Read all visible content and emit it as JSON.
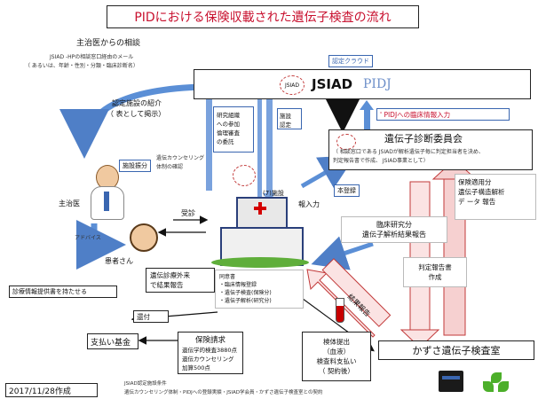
{
  "title": "PIDにおける保険収載された遺伝子検査の流れ",
  "consult": {
    "heading": "主治医からの相談",
    "line1": "JSIAD -HPの相談窓口経由のメール",
    "line2": "（ あるいは、年齢・性別・分類・臨床診断名）"
  },
  "cloud_label": "認定クラウド",
  "jsiad": {
    "name": "JSIAD",
    "logo_text": "JSIAD",
    "pidj": "PIDJ"
  },
  "facility_intro": {
    "line1": "認定施設の紹介",
    "line2": "（ 表として掲示）"
  },
  "research_box": {
    "line1": "研究組織",
    "line2": "への参加",
    "line3": "倫理審査",
    "line4": "の委託"
  },
  "facility_cert": {
    "line1": "施設",
    "line2": "認定"
  },
  "pidj_clinical": "' PIDJへの臨床情報入力",
  "committee": {
    "title": "遺伝子診断委員会",
    "note1": "（ 相談窓口である JSIADが解析遺伝子毎に判定担当者を決め、",
    "note2": "判定報告書で作成、 JSIAD事業として）"
  },
  "facility_assign": "施設振分",
  "counseling_check": {
    "line1": "遺伝カウンセリング",
    "line2": "体制の確認"
  },
  "small_facility": "(7)施設",
  "registration": "本登録",
  "info_input": "報入力",
  "research_results": {
    "line1": "臨床研究分",
    "line2": "遺伝子解析結果報告"
  },
  "insurance_box": {
    "line1": "保険適用分",
    "line2": "遺伝子構造解析",
    "line3": "デ ータ 報告"
  },
  "attending": "主治医",
  "advice": "アドバイス",
  "consultation": "受診",
  "patient": "患者さん",
  "outpatient": {
    "line1": "遺伝診療外来",
    "line2": "で結果報告"
  },
  "referral_note": "診療情報提供書を持たせる",
  "consent": {
    "title": "同意書",
    "items": [
      "・臨床情報登録",
      "・遺伝子検査(保険分)",
      "・遺伝子解析(研究分)"
    ]
  },
  "judgment_report": {
    "line1": "判定報告書",
    "line2": "作成"
  },
  "result_report": "結果報告",
  "refund": "還付",
  "payment_fund": "支払い基金",
  "insurance_claim": {
    "title": "保険請求",
    "line1": "遺伝学的検査3880点",
    "line2": "遺伝カウンセリング",
    "line3": "加算500点"
  },
  "specimen": {
    "line1": "検体提出",
    "line2": "（血液）",
    "line3": "検査料支払い",
    "line4": "（ 契約後）"
  },
  "kazusa": "かずさ遺伝子検査室",
  "date": "2017/11/28作成",
  "footer": {
    "line1": "JSIAD認定施設条件",
    "line2": "遺伝カウンセリング体制・PIDJへの登録実績・JSIAD学会員・かずさ遺伝子検査室との契約"
  },
  "colors": {
    "blue": "#3a66b0",
    "red": "#c23a3a",
    "arrow_blue": "#5b8fd6",
    "pink": "#f2c3c3"
  }
}
